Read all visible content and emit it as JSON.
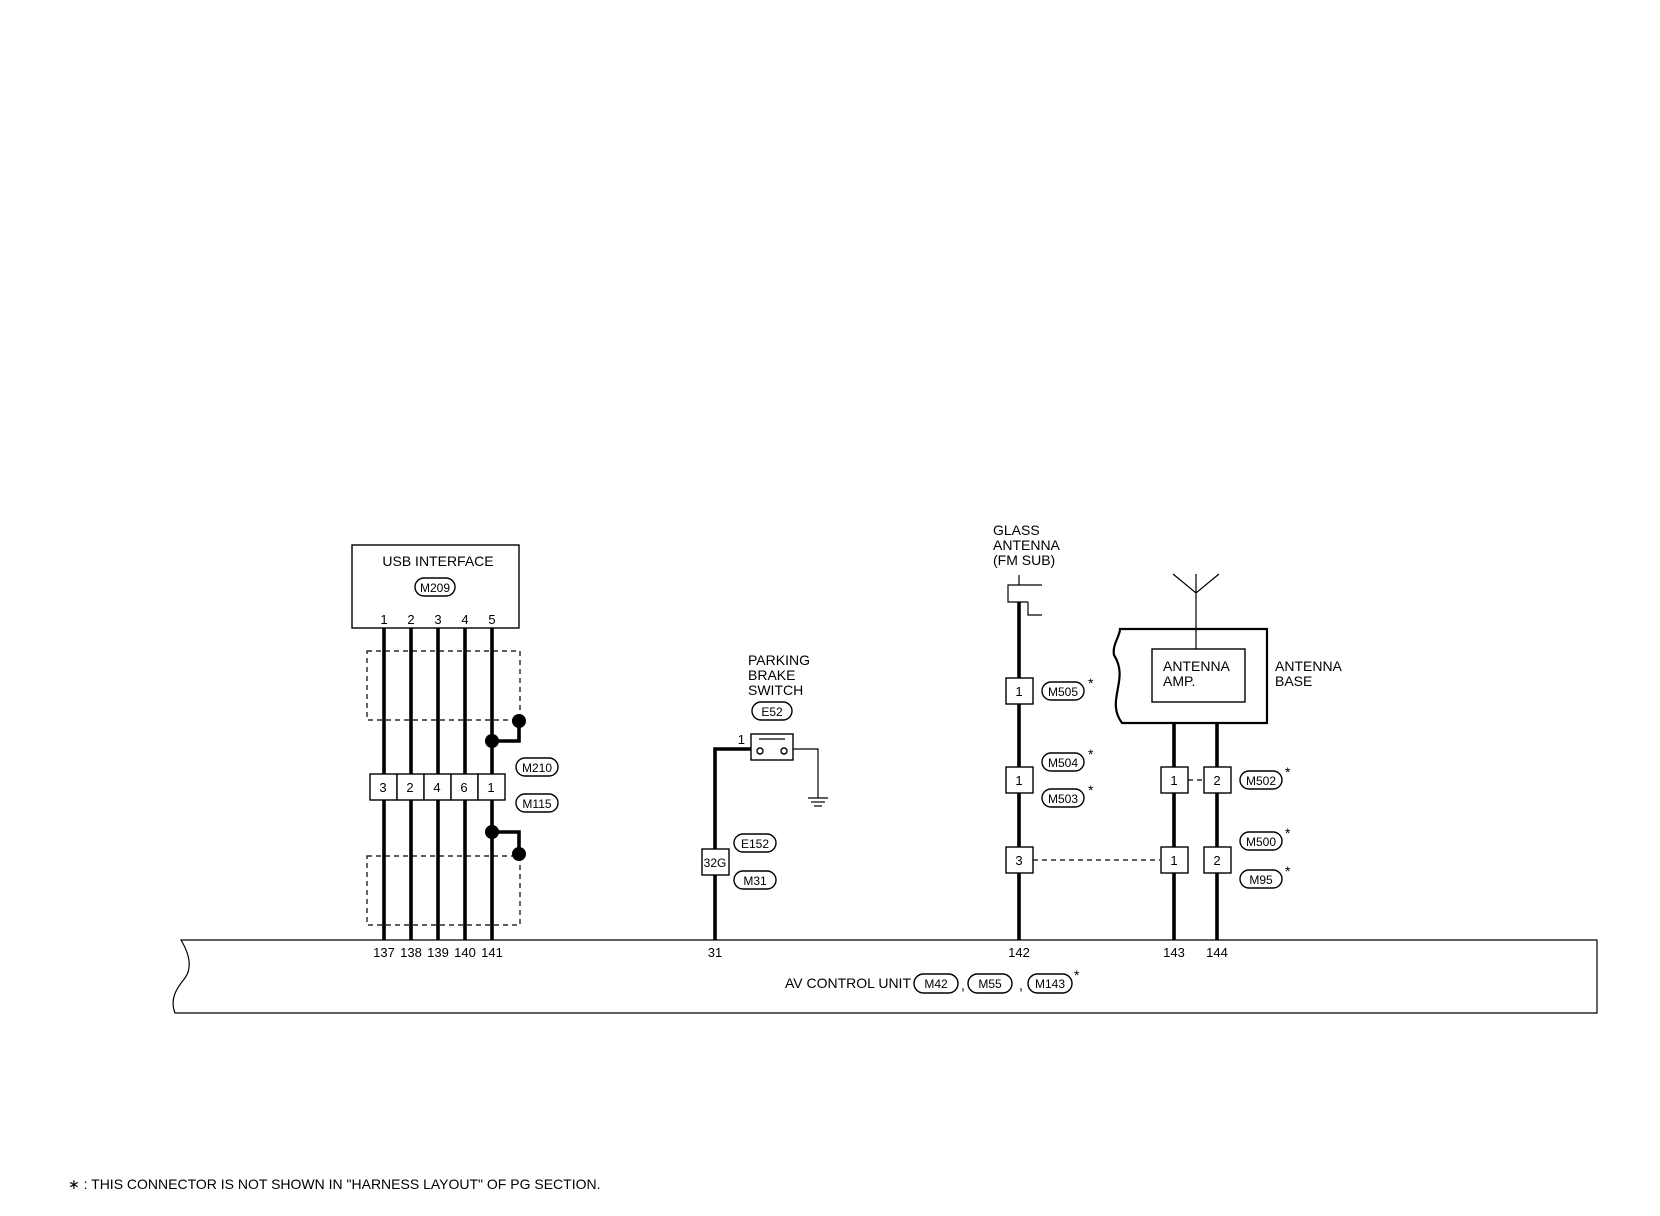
{
  "usb_interface": {
    "title": "USB INTERFACE",
    "connector": "M209",
    "pins": [
      "1",
      "2",
      "3",
      "4",
      "5"
    ]
  },
  "joint_connector": {
    "upper": "M210",
    "lower": "M115",
    "pins": [
      "3",
      "2",
      "4",
      "6",
      "1"
    ]
  },
  "parking_brake_switch": {
    "label_lines": [
      "PARKING",
      "BRAKE",
      "SWITCH"
    ],
    "connector": "E52",
    "pin": "1",
    "inline_pin": "32G",
    "inline_upper": "E152",
    "inline_lower": "M31"
  },
  "glass_antenna": {
    "label_lines": [
      "GLASS",
      "ANTENNA",
      "(FM SUB)"
    ],
    "c1": {
      "pin": "1",
      "name": "M505"
    },
    "c2": {
      "pin": "1",
      "upper": "M504",
      "lower": "M503"
    },
    "c3": {
      "pin": "3"
    }
  },
  "antenna_base": {
    "label_lines": [
      "ANTENNA",
      "BASE"
    ],
    "amp_lines": [
      "ANTENNA",
      "AMP."
    ],
    "c1": {
      "pins": [
        "1",
        "2"
      ],
      "name": "M502"
    },
    "c2": {
      "pins": [
        "1",
        "2"
      ],
      "upper": "M500",
      "lower": "M95"
    }
  },
  "asterisk": "*",
  "av_control_unit": {
    "label": "AV CONTROL UNIT",
    "sep1": ",",
    "sep2": ",",
    "connectors": [
      "M42",
      "M55",
      "M143"
    ],
    "pins": {
      "usb": [
        "137",
        "138",
        "139",
        "140",
        "141"
      ],
      "parking": "31",
      "glass": "142",
      "base1": "143",
      "base2": "144"
    }
  },
  "footnote": "∗ : THIS CONNECTOR IS NOT SHOWN IN \"HARNESS LAYOUT\" OF PG SECTION."
}
